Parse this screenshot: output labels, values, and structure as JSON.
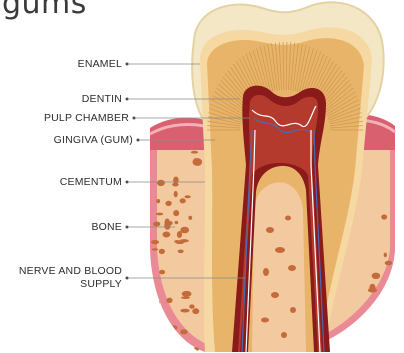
{
  "title": "gums",
  "labels": {
    "enamel": "ENAMEL",
    "dentin": "DENTIN",
    "pulp_chamber": "PULP CHAMBER",
    "gingiva": "GINGIVA (GUM)",
    "cementum": "CEMENTUM",
    "bone": "BONE",
    "nerve_line1": "NERVE AND BLOOD",
    "nerve_line2": "SUPPLY"
  },
  "colors": {
    "enamel": "#f3e7c6",
    "dentin": "#e8b46a",
    "pulp": "#8b1a1a",
    "gum": "#e98a94",
    "bone": "#f3c9a0",
    "bone_spots": "#c46b3a",
    "nerve": "#4a6ab5"
  }
}
